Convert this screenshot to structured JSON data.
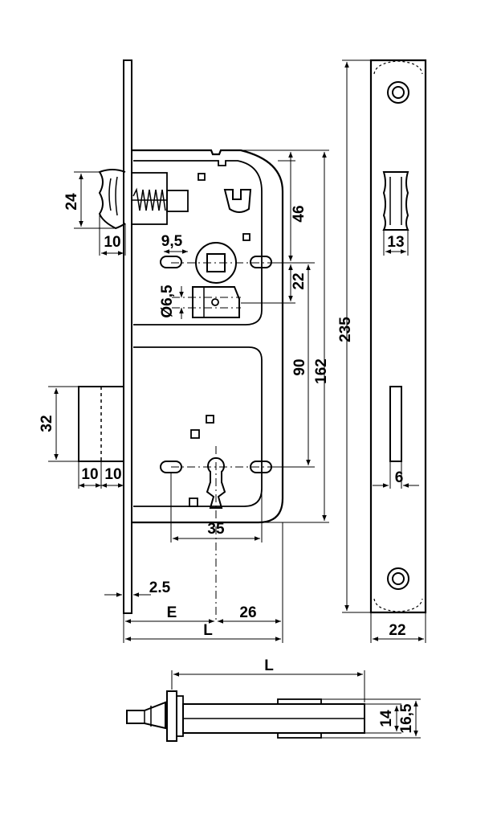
{
  "dimensions": {
    "latch_height": "24",
    "latch_depth": "10",
    "follower_spacing": "9,5",
    "follower_offset": "22",
    "height_upper": "46",
    "screw_hole_dia": "Ø6,5",
    "bolt_height": "32",
    "bolt_depth_a": "10",
    "bolt_depth_b": "10",
    "distance_90": "90",
    "case_height": "162",
    "overall_height": "235",
    "keyhole_spacing": "35",
    "plate_thickness": "2.5",
    "backset_symbol": "E",
    "backset_26": "26",
    "length_symbol_front": "L",
    "faceplate_latch_width": "13",
    "faceplate_bolt_width": "6",
    "faceplate_width": "22",
    "length_symbol_top": "L",
    "case_thickness": "14",
    "overall_thickness": "16,5"
  }
}
